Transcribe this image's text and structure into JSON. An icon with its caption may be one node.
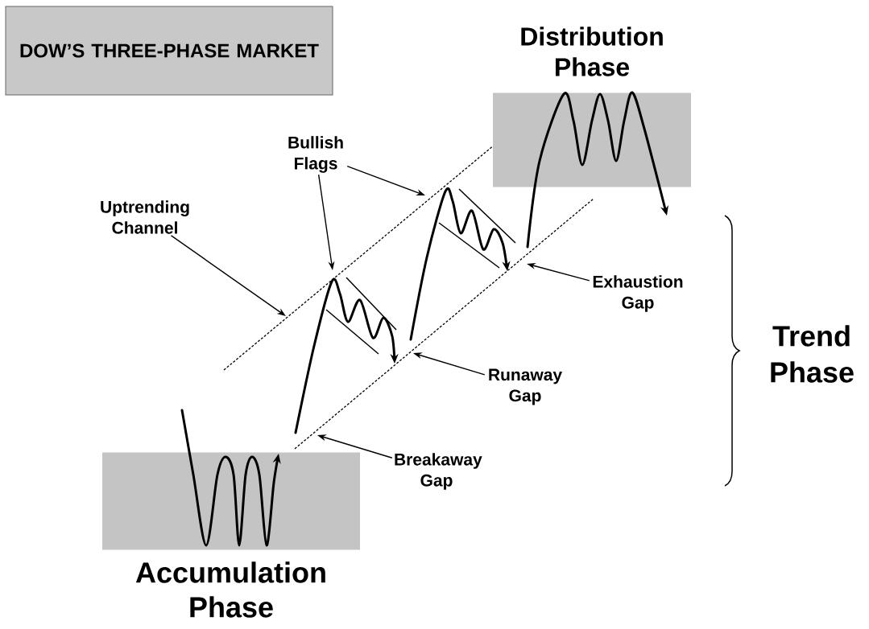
{
  "diagram": {
    "nodes": [
      {
        "text": [
          "DOW’S THREE-PHASE MARKET"
        ]
      },
      {
        "text": [
          "Distribution Phase"
        ]
      },
      {
        "text": [
          "Accumulation Phase"
        ]
      },
      {
        "text": [
          "Uptrending Channel"
        ]
      },
      {
        "text": [
          "Bullish Flags"
        ]
      },
      {
        "text": [
          "Exhaustion Gap"
        ]
      },
      {
        "text": [
          "Runaway Gap"
        ]
      },
      {
        "text": [
          "Breakaway Gap"
        ]
      },
      {
        "text": [
          "Trend Phase"
        ]
      }
    ],
    "edges": [
      {
        "from": 3,
        "to": null,
        "arrow": "to"
      },
      {
        "from": 4,
        "to": null,
        "arrow": "to"
      },
      {
        "from": 4,
        "to": null,
        "arrow": "to"
      },
      {
        "from": 5,
        "to": null,
        "arrow": "to"
      },
      {
        "from": 6,
        "to": null,
        "arrow": "to"
      },
      {
        "from": 7,
        "to": null,
        "arrow": "to"
      }
    ]
  }
}
